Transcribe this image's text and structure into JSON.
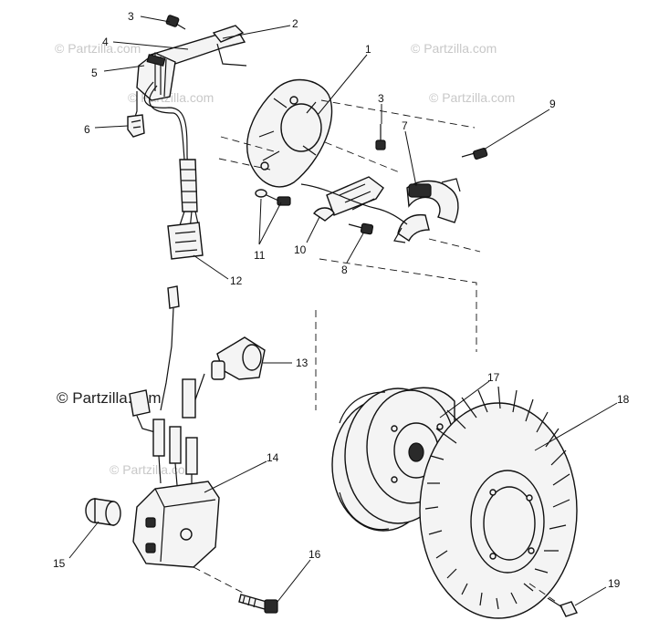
{
  "watermark": {
    "text": "© Partzilla.com"
  },
  "callouts": {
    "c1": "1",
    "c2": "2",
    "c3a": "3",
    "c3b": "3",
    "c4": "4",
    "c5": "5",
    "c6": "6",
    "c7": "7",
    "c8": "8",
    "c9": "9",
    "c10": "10",
    "c11": "11",
    "c12": "12",
    "c13": "13",
    "c14": "14",
    "c15": "15",
    "c16": "16",
    "c17": "17",
    "c18": "18",
    "c19": "19"
  }
}
